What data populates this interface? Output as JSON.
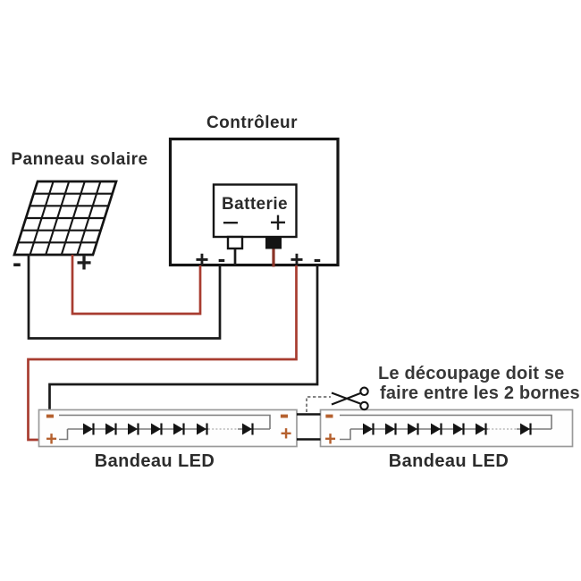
{
  "colors": {
    "wire_red": "#a83c30",
    "battery_wire_red": "#8a3327",
    "wire_black": "#1a1a1a",
    "terminal_marker_orange": "#b5612f",
    "strip_border_gray": "#9a9a9a",
    "strip_inner_gray": "#7b7b7b",
    "text_dark": "#2b2b2b"
  },
  "solar_panel": {
    "title": "Panneau solaire",
    "minus_label": "-",
    "plus_label": "+"
  },
  "controller": {
    "title": "Contrôleur",
    "pv_plus_label": "+",
    "pv_minus_label": "-",
    "load_plus_label": "+",
    "load_minus_label": "-"
  },
  "battery": {
    "title": "Batterie",
    "minus_label": "−",
    "plus_label": "+"
  },
  "led_strips": [
    {
      "label": "Bandeau LED",
      "markers": {
        "minus_left": "-",
        "plus_left": "+",
        "minus_right": "-",
        "plus_right": "+"
      }
    },
    {
      "label": "Bandeau LED",
      "markers": {
        "minus_left": "-",
        "plus_left": "+"
      }
    }
  ],
  "note": {
    "line1": "Le découpage doit se",
    "line2": "faire entre les 2 bornes"
  },
  "icons": {
    "scissors": "✂"
  }
}
